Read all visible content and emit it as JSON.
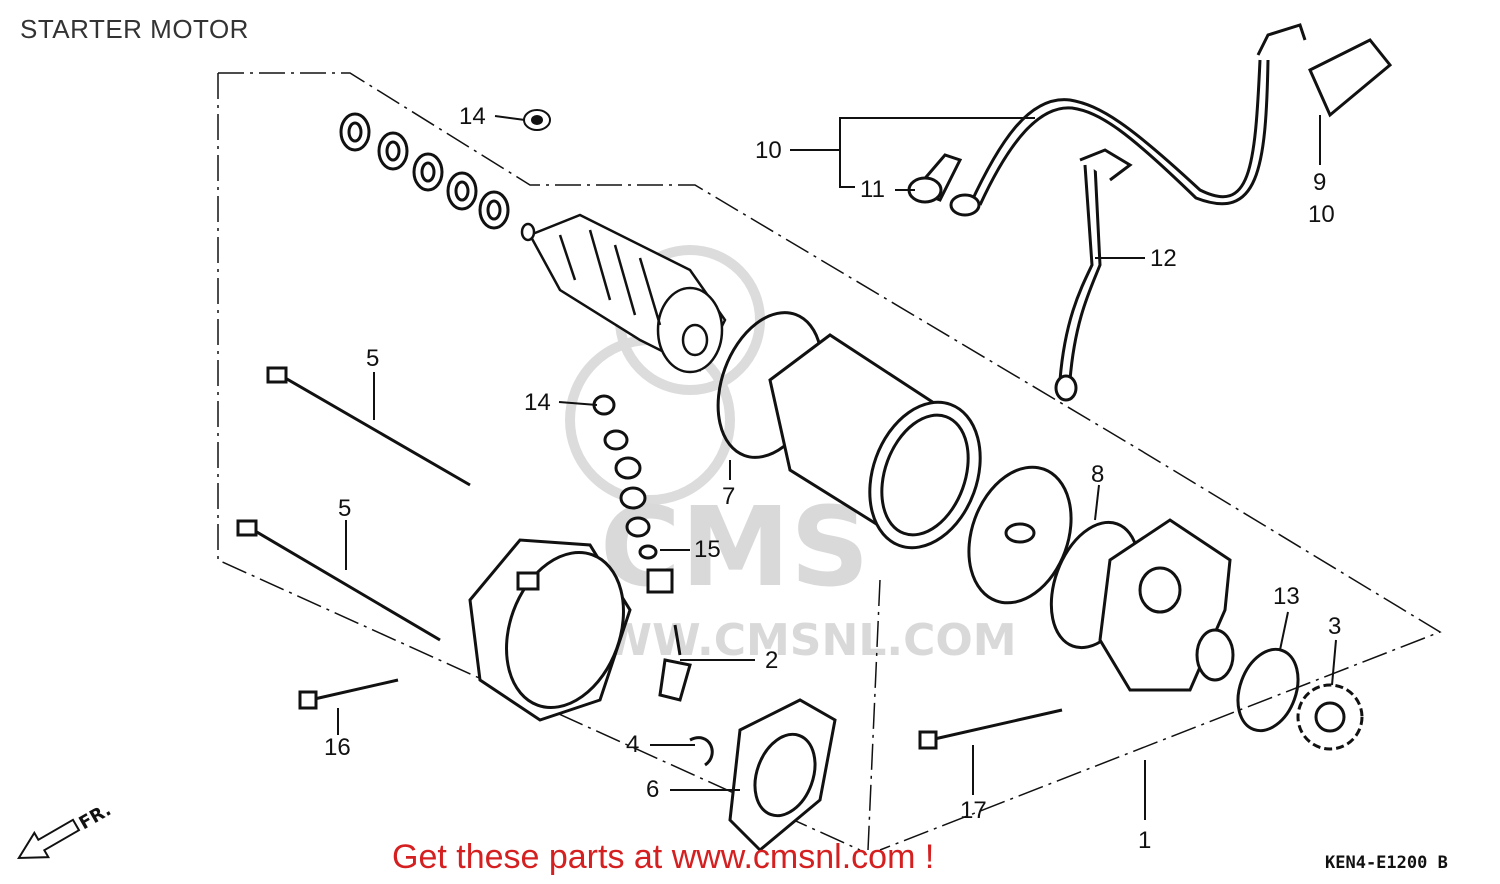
{
  "title": "STARTER MOTOR",
  "watermark": {
    "brand": "CMS",
    "url": "WWW.CMSNL.COM"
  },
  "callouts": {
    "c1": "1",
    "c2": "2",
    "c3": "3",
    "c4": "4",
    "c5a": "5",
    "c5b": "5",
    "c6": "6",
    "c7": "7",
    "c8": "8",
    "c9": "9",
    "c10a": "10",
    "c10b": "10",
    "c11": "11",
    "c12": "12",
    "c13": "13",
    "c14a": "14",
    "c14b": "14",
    "c15": "15",
    "c16": "16",
    "c17": "17"
  },
  "direction_label": "FR.",
  "cta_text": "Get these parts at www.cmsnl.com !",
  "diagram_code": "KEN4-E1200 B",
  "colors": {
    "cta": "#d42020",
    "line": "#111111",
    "watermark": "#d9d9d9"
  }
}
